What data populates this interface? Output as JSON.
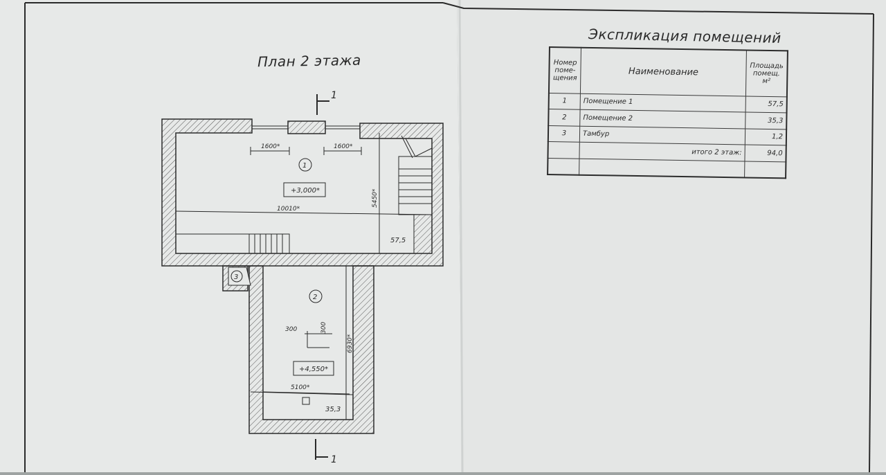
{
  "plan": {
    "title": "План 2 этажа",
    "section_mark": "1",
    "rooms": {
      "room1_label": "1",
      "room2_label": "2",
      "room3_label": "3"
    },
    "elevations": {
      "level1": "+3,000*",
      "level2": "+4,550*"
    },
    "dimensions": {
      "window_left": "1600*",
      "window_right": "1600*",
      "length": "10010*",
      "height1": "5450*",
      "area1": "57,5",
      "chimney_w": "300",
      "chimney_h": "300",
      "height2": "6930*",
      "width2": "5100*",
      "area2": "35,3"
    }
  },
  "explication": {
    "title": "Экспликация помещений",
    "headers": {
      "number": "Номер поме- щения",
      "name": "Наименование",
      "area": "Площадь помещ. м²"
    },
    "rows": [
      {
        "num": "1",
        "name": "Помещение 1",
        "area": "57,5"
      },
      {
        "num": "2",
        "name": "Помещение 2",
        "area": "35,3"
      },
      {
        "num": "3",
        "name": "Тамбур",
        "area": "1,2"
      }
    ],
    "total": {
      "label": "итого 2 этаж:",
      "value": "94,0"
    }
  }
}
